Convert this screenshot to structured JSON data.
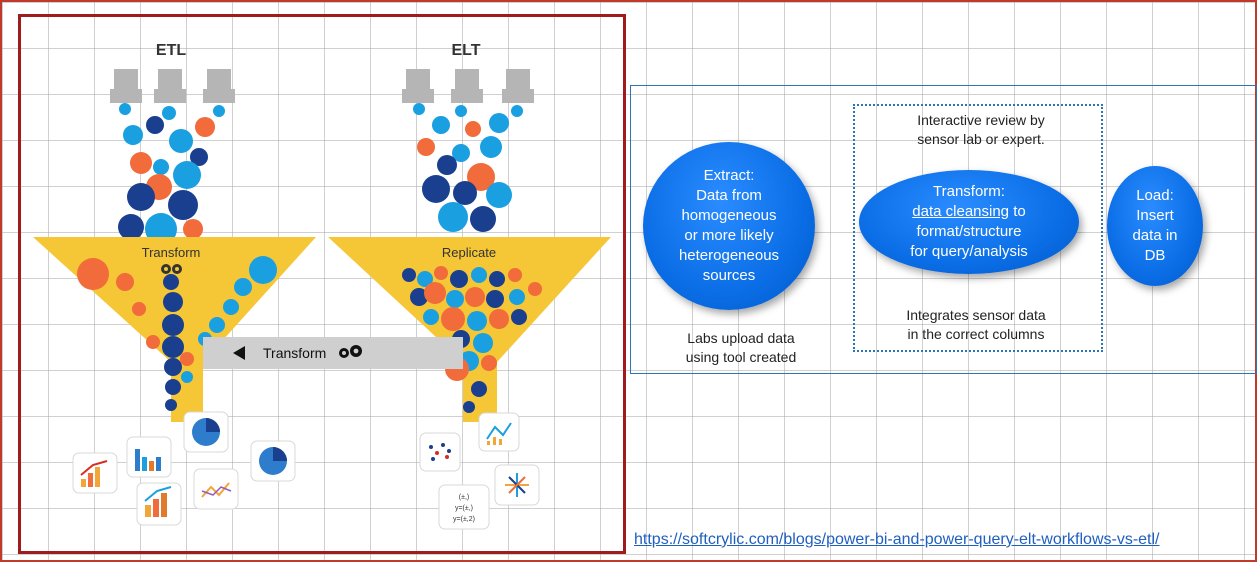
{
  "left": {
    "etl_title": "ETL",
    "elt_title": "ELT",
    "etl_funnel_label": "Transform",
    "elt_funnel_label": "Replicate",
    "arrow_label": "Transform",
    "formula_lines": [
      "(±,)",
      "y=(±,)",
      "y=(±,2)"
    ],
    "colors": {
      "funnel": "#f5c635",
      "orange": "#f26b3a",
      "navy": "#1a3f8f",
      "blue": "#1aa0e0",
      "hopper": "#b3b3b3",
      "arrow_band": "#cfcfcf"
    },
    "icons": [
      "trend-chart-icon",
      "bar-chart-icon",
      "pie-chart-icon",
      "pie-chart-icon",
      "line-chart-icon",
      "bar-chart-icon",
      "scatter-plot-icon",
      "line-chart-icon",
      "formula-icon",
      "radial-chart-icon"
    ]
  },
  "right": {
    "extract": {
      "lines": [
        "Extract:",
        "Data from",
        "homogeneous",
        "or more likely",
        "heterogeneous",
        "sources"
      ]
    },
    "transform": {
      "line1": "Transform:",
      "line2_link": "data cleansing",
      "line2_rest": " to",
      "line3": "format/structure",
      "line4": "for query/analysis"
    },
    "load": {
      "lines": [
        "Load:",
        "Insert",
        "data in",
        "DB"
      ]
    },
    "review_note": [
      "Interactive review by",
      "sensor lab or expert."
    ],
    "integrates_note": [
      "Integrates sensor data",
      "in the correct columns"
    ],
    "upload_note": [
      "Labs upload data",
      "using tool created"
    ],
    "ellipse_color": "#0b6ee6"
  },
  "source_url": "https://softcrylic.com/blogs/power-bi-and-power-query-elt-workflows-vs-etl/"
}
